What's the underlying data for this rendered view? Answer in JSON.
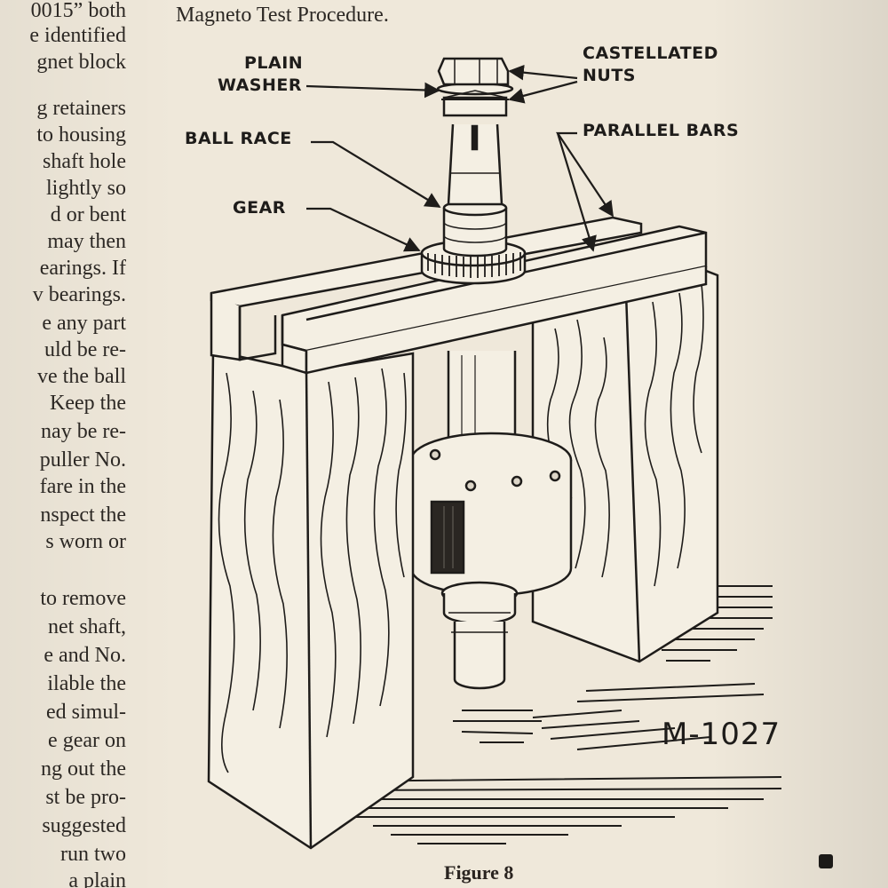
{
  "top_caption": "Magneto Test Procedure.",
  "left_column_lines": [
    "0015” both",
    "e identified",
    "gnet block",
    "g retainers",
    "to housing",
    "shaft hole",
    "lightly so",
    "d or bent",
    "may then",
    "earings. If",
    "v bearings.",
    "e any part",
    "uld be re-",
    "ve the ball",
    "Keep the",
    "nay be re-",
    "puller No.",
    "fare in the",
    "nspect the",
    "s worn or",
    "to remove",
    "net shaft,",
    "e and No.",
    "ilable the",
    "ed simul-",
    "e gear on",
    "ng out the",
    "st be pro-",
    "suggested",
    "run two",
    "a plain"
  ],
  "figure": {
    "callouts": {
      "plain_washer_line1": "PLAIN",
      "plain_washer_line2": "WASHER",
      "castellated_line1": "CASTELLATED",
      "castellated_line2": "NUTS",
      "ball_race": "BALL RACE",
      "gear": "GEAR",
      "parallel_bars": "PARALLEL BARS"
    },
    "figure_number": "M-1027"
  },
  "figure_caption": "Figure 8"
}
